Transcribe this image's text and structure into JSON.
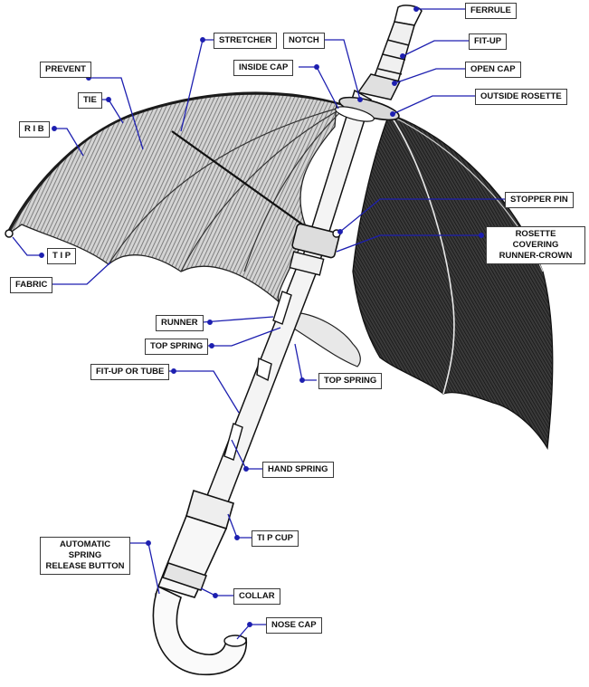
{
  "diagram": {
    "labels": {
      "ferrule": "FERRULE",
      "fit_up": "FIT-UP",
      "open_cap": "OPEN CAP",
      "outside_rosette": "OUTSIDE ROSETTE",
      "notch": "NOTCH",
      "stretcher": "STRETCHER",
      "inside_cap": "INSIDE CAP",
      "prevent": "PREVENT",
      "tie": "TIE",
      "rib": "R I B",
      "tip": "T I P",
      "fabric": "FABRIC",
      "stopper_pin": "STOPPER PIN",
      "rosette_covering_line1": "ROSETTE COVERING",
      "rosette_covering_line2": "RUNNER-CROWN",
      "runner": "RUNNER",
      "top_spring_left": "TOP SPRING",
      "top_spring_right": "TOP SPRING",
      "fit_up_or_tube": "FIT-UP OR TUBE",
      "hand_spring": "HAND SPRING",
      "tip_cup": "TI P CUP",
      "automatic_spring_line1": "AUTOMATIC SPRING",
      "automatic_spring_line2": "RELEASE BUTTON",
      "collar": "COLLAR",
      "nose_cap": "NOSE CAP"
    },
    "colors": {
      "leader_line": "#1d1fb0",
      "leader_dot": "#1d1fb0",
      "ink": "#222222",
      "dark_fabric": "#2e2e2e",
      "light_fabric": "#9a9a9a"
    }
  }
}
